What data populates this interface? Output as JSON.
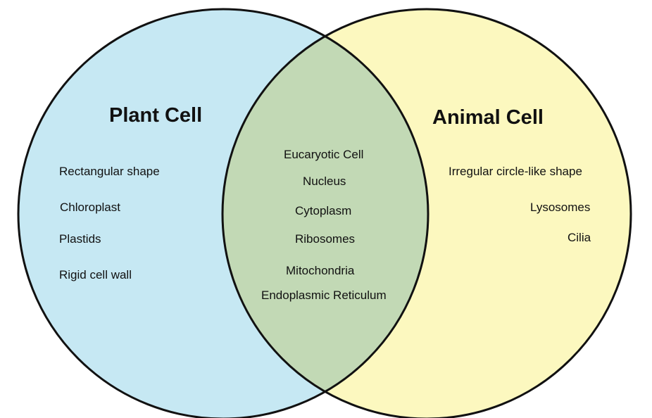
{
  "colors": {
    "plant_fill": "#c6e8f3",
    "animal_fill": "#fcf8bf",
    "overlap_fill": "#c2d9b5",
    "outline": "#111111"
  },
  "plant": {
    "title": "Plant Cell",
    "items": [
      "Rectangular shape",
      "Chloroplast",
      "Plastids",
      "Rigid cell wall"
    ]
  },
  "both": {
    "items": [
      "Eucaryotic Cell",
      "Nucleus",
      "Cytoplasm",
      "Ribosomes",
      "Mitochondria",
      "Endoplasmic Reticulum"
    ]
  },
  "animal": {
    "title": "Animal Cell",
    "items": [
      "Irregular circle-like shape",
      "Lysosomes",
      "Cilia"
    ]
  }
}
